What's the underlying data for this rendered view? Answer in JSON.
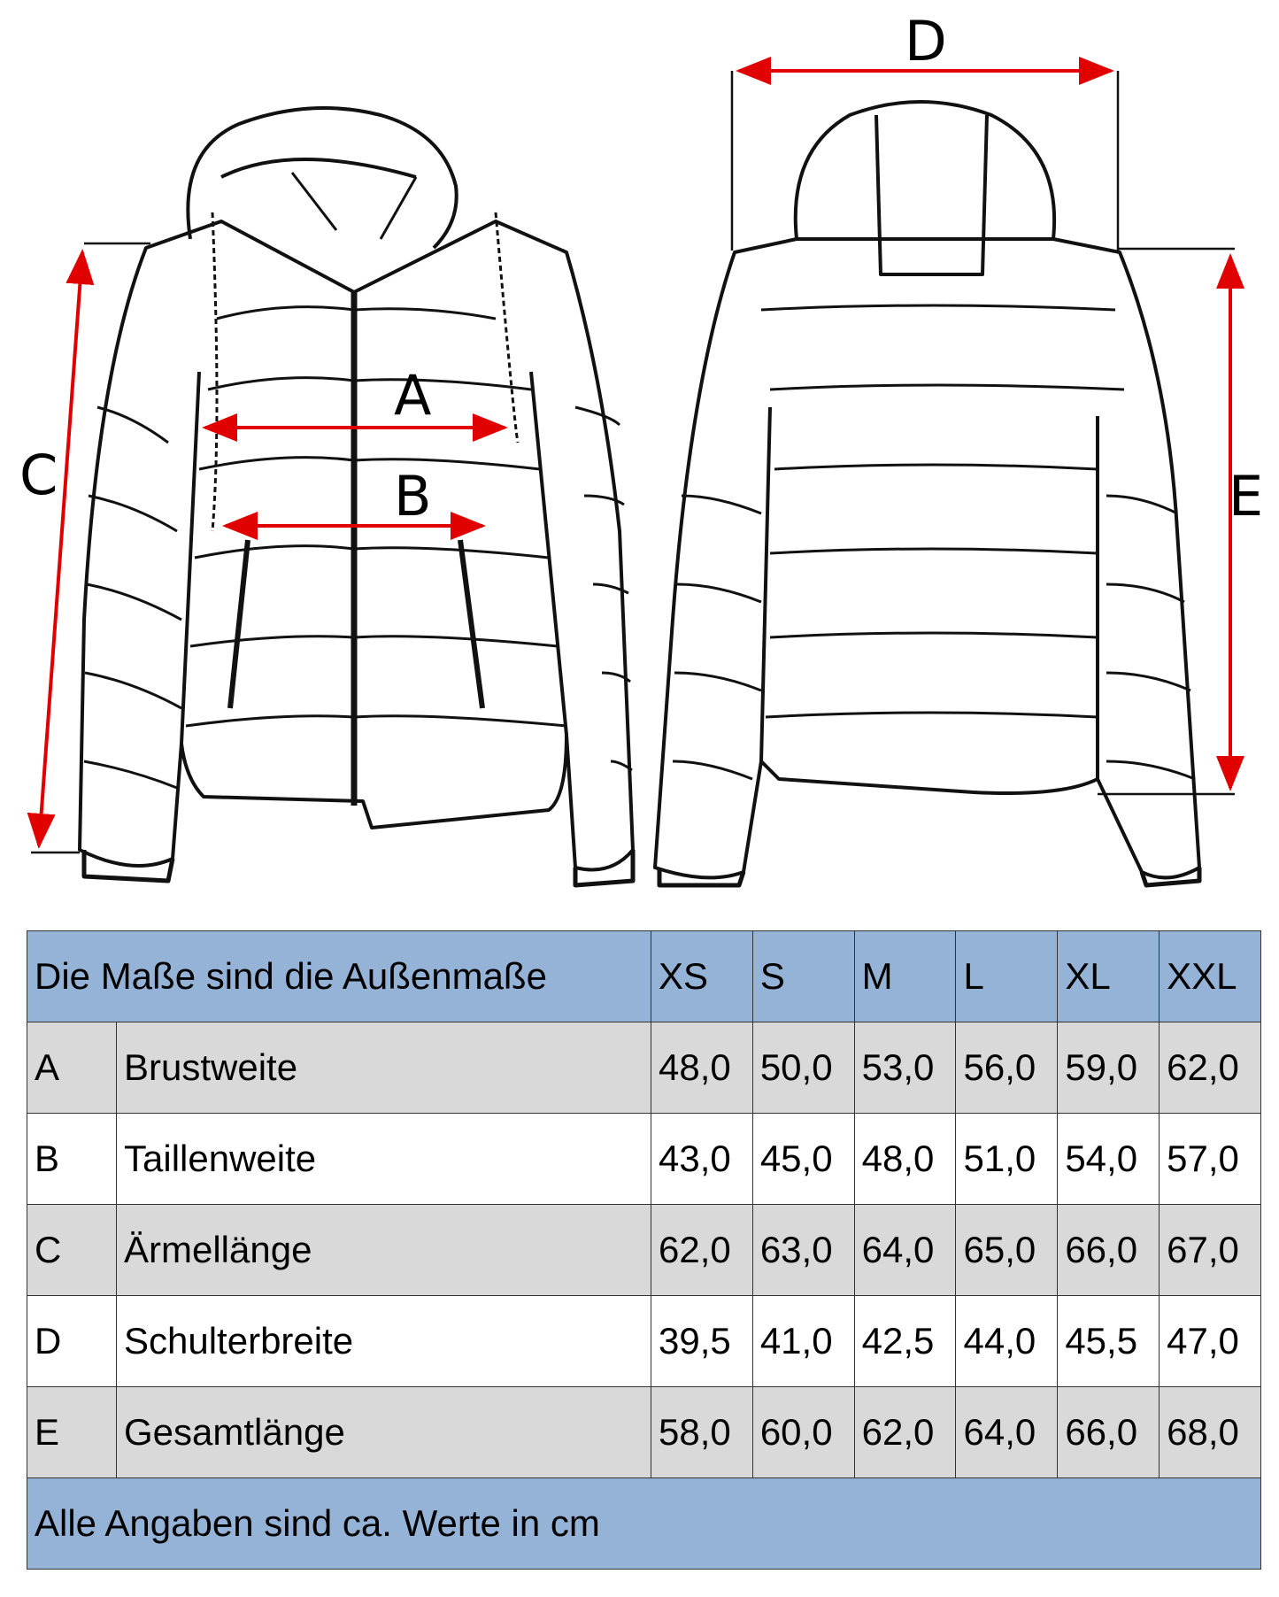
{
  "diagram": {
    "labels": {
      "A": "A",
      "B": "B",
      "C": "C",
      "D": "D",
      "E": "E"
    },
    "arrow_color": "#e00000"
  },
  "table": {
    "header_title": "Die Maße sind die Außenmaße",
    "sizes": [
      "XS",
      "S",
      "M",
      "L",
      "XL",
      "XXL"
    ],
    "rows": [
      {
        "key": "A",
        "name": "Brustweite",
        "values": [
          "48,0",
          "50,0",
          "53,0",
          "56,0",
          "59,0",
          "62,0"
        ]
      },
      {
        "key": "B",
        "name": "Taillenweite",
        "values": [
          "43,0",
          "45,0",
          "48,0",
          "51,0",
          "54,0",
          "57,0"
        ]
      },
      {
        "key": "C",
        "name": "Ärmellänge",
        "values": [
          "62,0",
          "63,0",
          "64,0",
          "65,0",
          "66,0",
          "67,0"
        ]
      },
      {
        "key": "D",
        "name": "Schulterbreite",
        "values": [
          "39,5",
          "41,0",
          "42,5",
          "44,0",
          "45,5",
          "47,0"
        ]
      },
      {
        "key": "E",
        "name": "Gesamtlänge",
        "values": [
          "58,0",
          "60,0",
          "62,0",
          "64,0",
          "66,0",
          "68,0"
        ]
      }
    ],
    "footer": "Alle Angaben sind ca. Werte in cm",
    "header_color": "#95b3d7",
    "stripe_color": "#d9d9d9"
  }
}
